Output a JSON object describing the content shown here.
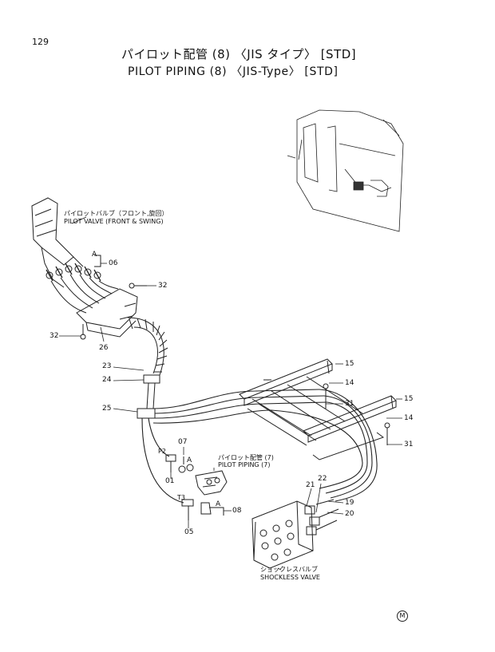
{
  "page_number": "129",
  "title": {
    "jp": "パイロット配管 (8) 〈JIS タイプ〉 [STD]",
    "en": "PILOT PIPING (8) 〈JIS-Type〉 [STD]"
  },
  "labels": {
    "pilot_valve_jp": "パイロットバルブ（フロント,旋回）",
    "pilot_valve_en": "PILOT VALVE (FRONT & SWING)",
    "pilot_piping_jp": "パイロット配管 (7)",
    "pilot_piping_en": "PILOT PIPING (7)",
    "shockless_jp": "ショックレスバルブ",
    "shockless_en": "SHOCKLESS VALVE"
  },
  "callouts": {
    "c06": "06",
    "c32a": "32",
    "c32b": "32",
    "c26": "26",
    "c23": "23",
    "c24": "24",
    "c25": "25",
    "c15a": "15",
    "c14a": "14",
    "c31a": "31",
    "c15b": "15",
    "c14b": "14",
    "c31b": "31",
    "c07": "07",
    "c01": "01",
    "c05": "05",
    "c08": "08",
    "c21": "21",
    "c22": "22",
    "c19": "19",
    "c20": "20",
    "ref_a1": "A",
    "ref_a2": "A",
    "ref_a3": "A",
    "port_p2": "P2",
    "port_t3": "T3"
  },
  "stamp": "M"
}
